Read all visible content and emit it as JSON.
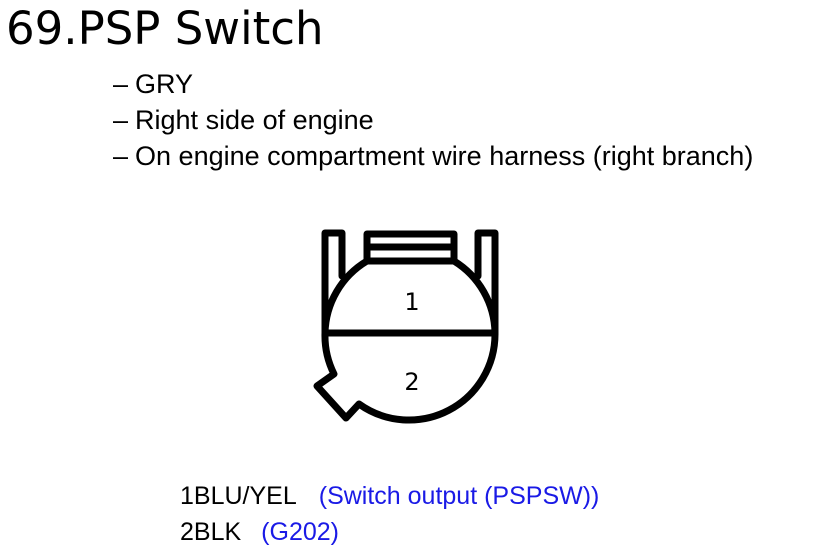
{
  "title": "69.PSP Switch",
  "details": [
    {
      "dash": "–",
      "text": "GRY"
    },
    {
      "dash": "–",
      "text": "Right side of engine"
    },
    {
      "dash": "–",
      "text": "On engine compartment wire harness (right branch)"
    }
  ],
  "connector": {
    "cavities": [
      {
        "number": "1"
      },
      {
        "number": "2"
      }
    ]
  },
  "pins": [
    {
      "wire": "1BLU/YEL",
      "description": "(Switch output (PSPSW))"
    },
    {
      "wire": "2BLK",
      "description": "(G202)"
    }
  ],
  "colors": {
    "description_link": "#1a1ae6",
    "text": "#000000",
    "background": "#ffffff"
  }
}
